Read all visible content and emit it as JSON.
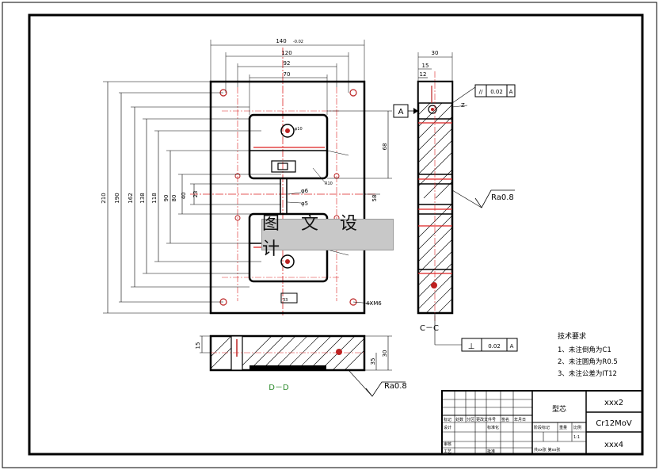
{
  "watermark": {
    "text": "图 文 设 计"
  },
  "dimensions": {
    "top": [
      "140",
      "120",
      "92",
      "70"
    ],
    "top_tol": "-0.02",
    "left": [
      "210",
      "190",
      "162",
      "138",
      "118",
      "90",
      "80",
      "40",
      "23"
    ],
    "right_block": "68",
    "right_block2": "58",
    "phi10": "φ10",
    "phi6": "φ6",
    "phi5": "φ5",
    "r10": "R10",
    "hole4": "4XM6",
    "bottom_block": "33",
    "side_top": "30",
    "side_15": "15",
    "side_12": "12",
    "side_z": "Z",
    "dd_15": "15",
    "dd_30": "30",
    "dd_35": "35"
  },
  "gdt": {
    "parallel_sym": "//",
    "parallel_val": "0.02",
    "parallel_ref": "A",
    "perp_sym": "⊥",
    "perp_val": "0.02",
    "perp_ref": "A",
    "datum": "A"
  },
  "roughness": {
    "r1": "Ra0.8",
    "r2": "Ra0.8"
  },
  "section_labels": {
    "cc": "C－C",
    "dd": "D－D"
  },
  "tech": {
    "title": "技术要求",
    "lines": [
      "1、未注倒角为C1",
      "2、未注圆角为R0.5",
      "3、未注公差为IT12"
    ]
  },
  "title_block": {
    "part_name": "型芯",
    "code": "xxx2",
    "material": "Cr12MoV",
    "company": "xxx4",
    "scale": "1:1",
    "cols": [
      "标记",
      "处数",
      "分区",
      "更改文件号",
      "签名",
      "年月日"
    ],
    "rows": [
      "设计",
      "标准化",
      "审核",
      "工艺",
      "批准"
    ],
    "stage": "阶段标记",
    "weight": "重量",
    "ratio": "比例",
    "sheets": "共xx张 第xx张"
  }
}
